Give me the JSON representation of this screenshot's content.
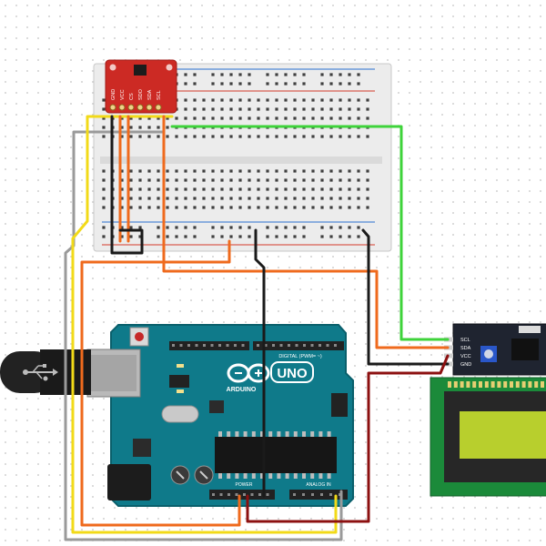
{
  "arduino": {
    "brand": "ARDUINO",
    "model": "UNO",
    "digital_label": "DIGITAL (PWM= ~)",
    "power_label": "POWER",
    "analog_label": "ANALOG IN",
    "board_color": "#0f7a8a"
  },
  "sensor": {
    "pins": [
      "GND",
      "VCC",
      "CS",
      "SDO",
      "SDA",
      "SCL"
    ],
    "board_color": "#cc2a24"
  },
  "i2c_backpack": {
    "pins": [
      "SCL",
      "SDA",
      "VCC",
      "GND"
    ],
    "board_color": "#1f2430"
  },
  "lcd": {
    "screen_color": "#b8cf2d",
    "frame_color": "#1b8a3a"
  },
  "wires": [
    {
      "name": "wire-gray",
      "color": "#9a9a9a"
    },
    {
      "name": "wire-yellow",
      "color": "#f2da18"
    },
    {
      "name": "wire-orange",
      "color": "#ef6a1d"
    },
    {
      "name": "wire-green",
      "color": "#3ed33a"
    },
    {
      "name": "wire-black",
      "color": "#1a1a1a"
    },
    {
      "name": "wire-darkred",
      "color": "#8c1010"
    }
  ],
  "usb_icon": "usb-icon"
}
